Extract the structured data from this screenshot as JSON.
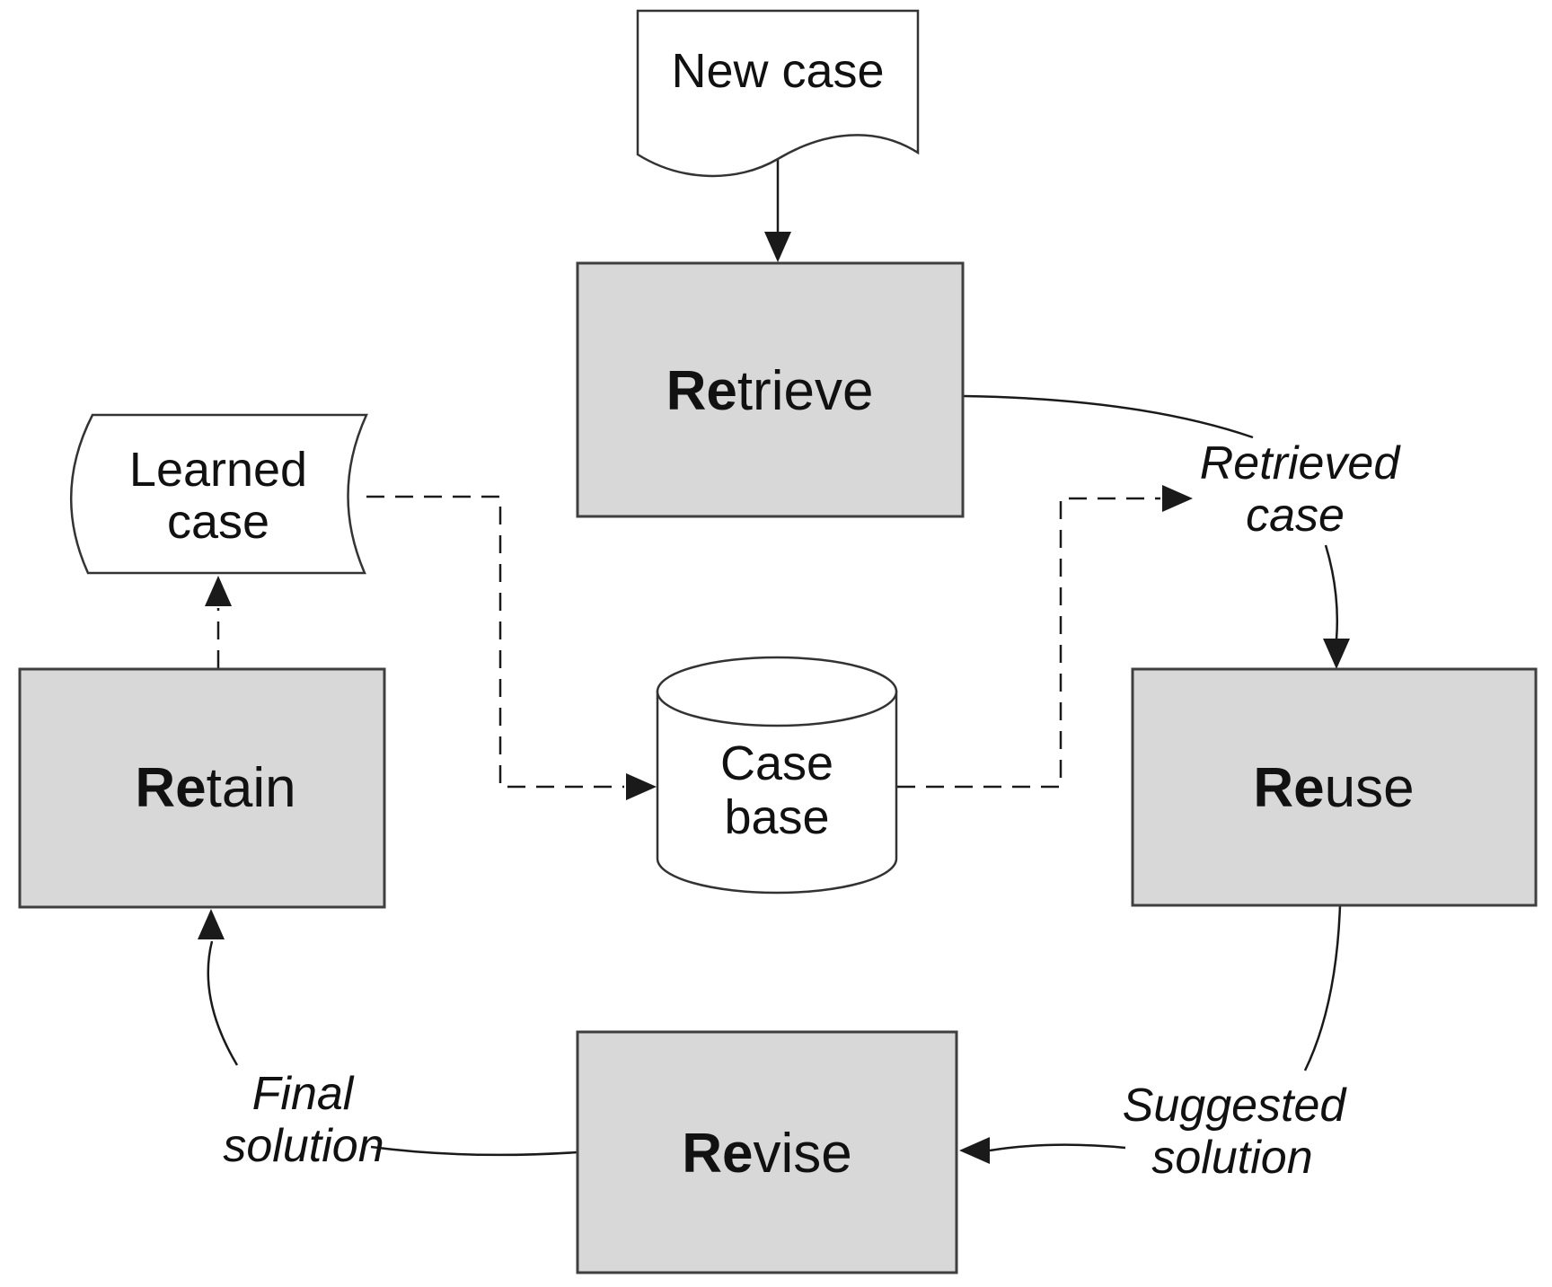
{
  "diagram": {
    "type": "flowchart",
    "colors": {
      "box_fill": "#d8d8d8",
      "box_stroke": "#3f3f3f",
      "shape_fill": "#ffffff",
      "shape_stroke": "#333333",
      "line": "#1a1a1a",
      "text": "#111111",
      "bg": "#ffffff"
    },
    "nodes": {
      "new_case": {
        "shape": "document",
        "label": "New case"
      },
      "retrieve": {
        "shape": "process",
        "label": "Retrieve",
        "label_bold": "Re",
        "label_rest": "trieve"
      },
      "learned_case": {
        "shape": "stored-data",
        "line1": "Learned",
        "line2": "case"
      },
      "retain": {
        "shape": "process",
        "label": "Retain",
        "label_bold": "Re",
        "label_rest": "tain"
      },
      "case_base": {
        "shape": "database",
        "line1": "Case",
        "line2": "base"
      },
      "reuse": {
        "shape": "process",
        "label": "Reuse",
        "label_bold": "Re",
        "label_rest": "use"
      },
      "revise": {
        "shape": "process",
        "label": "Revise",
        "label_bold": "Re",
        "label_rest": "vise"
      }
    },
    "annotations": {
      "retrieved_case": {
        "line1": "Retrieved",
        "line2": "case"
      },
      "suggested_solution": {
        "line1": "Suggested",
        "line2": "solution"
      },
      "final_solution": {
        "line1": "Final",
        "line2": "solution"
      }
    },
    "edges": [
      {
        "from": "New case",
        "to": "Retrieve",
        "style": "solid-arrow"
      },
      {
        "from": "Retrieve",
        "to": "Retrieved case",
        "style": "solid-line"
      },
      {
        "from": "Retrieved case",
        "to": "Reuse",
        "style": "solid-arrow"
      },
      {
        "from": "Reuse",
        "to": "Suggested solution",
        "style": "solid-line"
      },
      {
        "from": "Suggested solution",
        "to": "Revise",
        "style": "solid-arrow"
      },
      {
        "from": "Revise",
        "to": "Final solution",
        "style": "solid-line"
      },
      {
        "from": "Final solution",
        "to": "Retain",
        "style": "solid-arrow"
      },
      {
        "from": "Retain",
        "to": "Learned case",
        "style": "dashed-arrow"
      },
      {
        "from": "Learned case",
        "to": "Case base",
        "style": "dashed-arrow"
      },
      {
        "from": "Case base",
        "to": "Retrieved case",
        "style": "dashed-arrow"
      }
    ]
  }
}
